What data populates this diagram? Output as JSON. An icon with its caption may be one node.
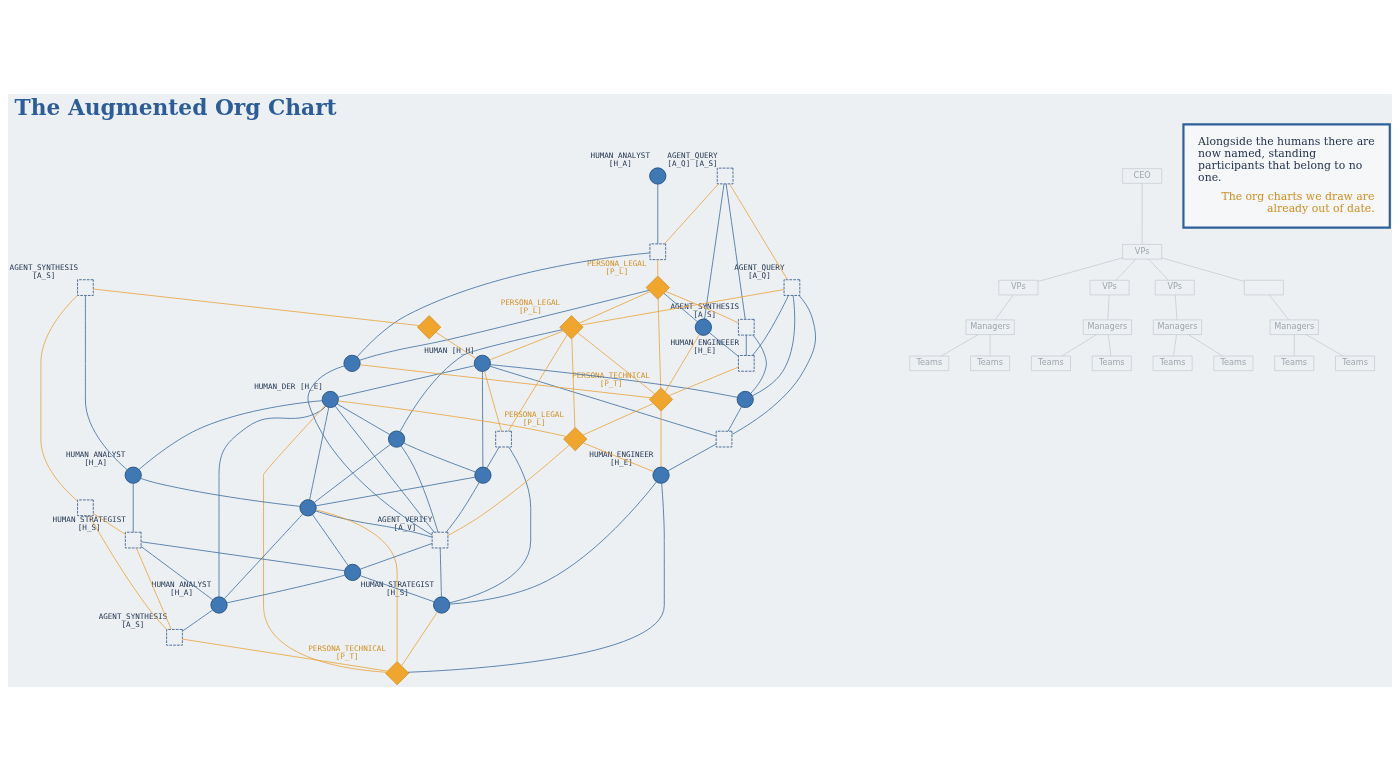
{
  "diagram": {
    "title": "The Augmented Org Chart",
    "nodes": [
      {
        "text": [
          "HUMAN ANALYST [H_A]"
        ]
      },
      {
        "text": [
          "CEO"
        ]
      },
      {
        "text": [
          "AGENT_QUERY [A_Q] [A_S]"
        ]
      },
      {
        "text": [],
        "shape": "box"
      },
      {
        "text": [
          "PERSONA_LEGAL [P_L]"
        ]
      },
      {
        "text": [
          "VPs"
        ]
      },
      {
        "text": [
          "VPs"
        ]
      },
      {
        "text": [
          "VPs"
        ]
      },
      {
        "text": [
          "AGENT_QUERY [A_Q]"
        ]
      },
      {
        "text": [
          "VPs"
        ]
      },
      {
        "text": [
          "AGENT_SYNTHESIS [A_S]"
        ]
      },
      {
        "text": [],
        "shape": "box"
      },
      {
        "text": [
          "AGENT_SYNTHESIS [A_S]"
        ]
      },
      {
        "text": [
          "Managers"
        ]
      },
      {
        "text": [],
        "shape": "diamond"
      },
      {
        "text": [
          "Managers"
        ]
      },
      {
        "text": [
          "HUMAN [H_H]"
        ]
      },
      {
        "text": [
          "PERSONA_LEGAL [P_L]"
        ]
      },
      {
        "text": [
          "Managers"
        ]
      },
      {
        "text": [
          "Managers"
        ]
      },
      {
        "text": [],
        "shape": "circle"
      },
      {
        "text": [],
        "shape": "circle"
      },
      {
        "text": [
          "Teams"
        ]
      },
      {
        "text": [
          "Teams"
        ]
      },
      {
        "text": [
          "Teams"
        ]
      },
      {
        "text": [
          "Teams"
        ]
      },
      {
        "text": [
          "Teams"
        ]
      },
      {
        "text": [
          "Teams"
        ]
      },
      {
        "text": [
          "Teams"
        ]
      },
      {
        "text": [
          "Teams"
        ]
      },
      {
        "text": [
          "HUMAN_DER [H_E]"
        ]
      },
      {
        "text": [],
        "shape": "circle"
      },
      {
        "text": [],
        "shape": "circle"
      },
      {
        "text": [
          "HUMAN ENGINEEER [H_E]"
        ]
      },
      {
        "text": [],
        "shape": "box"
      },
      {
        "text": [
          "PERSONA_TECHNICAL [P_T]"
        ]
      },
      {
        "text": [],
        "shape": "box"
      },
      {
        "text": [],
        "shape": "circle"
      },
      {
        "text": [
          "HUMAN ANALYST [H_A]"
        ]
      },
      {
        "text": [],
        "shape": "box"
      },
      {
        "text": [
          "PERSONA_LEGAL [P_L]"
        ]
      },
      {
        "text": [],
        "shape": "circle"
      },
      {
        "text": [
          "HUMAN STRATEGIST [H_S]"
        ]
      },
      {
        "text": [
          "HUMAN ENGINEER [H_E]"
        ]
      },
      {
        "text": [
          "AGENT_VERIFY [A_V]"
        ]
      },
      {
        "text": [],
        "shape": "circle"
      },
      {
        "text": [
          "HUMAN ANALYST [H_A]"
        ]
      },
      {
        "text": [
          "HUMAN STRATEGIST [H_S]"
        ]
      },
      {
        "text": [
          "AGENT_SYNTHESIS [A_S]"
        ]
      },
      {
        "text": [
          "PERSONA_TECHNICAL [P_T]"
        ]
      },
      {
        "text": [
          "Alongside the humans there are now named, standing participants that belong to no one.",
          "The org charts we draw are already out of date."
        ]
      }
    ],
    "edges": [
      {
        "from": 1,
        "to": 5,
        "arrow": "none",
        "color": "#c8cdd2"
      },
      {
        "from": 5,
        "to": 6,
        "arrow": "none",
        "color": "#c8cdd2"
      },
      {
        "from": 5,
        "to": 7,
        "arrow": "none",
        "color": "#c8cdd2"
      },
      {
        "from": 5,
        "to": 9,
        "arrow": "none",
        "color": "#c8cdd2"
      },
      {
        "from": 5,
        "to": 11,
        "arrow": "none",
        "color": "#c8cdd2"
      },
      {
        "from": 6,
        "to": 13,
        "arrow": "none",
        "color": "#c8cdd2"
      },
      {
        "from": 7,
        "to": 15,
        "arrow": "none",
        "color": "#c8cdd2"
      },
      {
        "from": 9,
        "to": 18,
        "arrow": "none",
        "color": "#c8cdd2"
      },
      {
        "from": 11,
        "to": 19,
        "arrow": "none",
        "color": "#c8cdd2"
      },
      {
        "from": 13,
        "to": 22,
        "arrow": "none",
        "color": "#c8cdd2"
      },
      {
        "from": 13,
        "to": 23,
        "arrow": "none",
        "color": "#c8cdd2"
      },
      {
        "from": 15,
        "to": 24,
        "arrow": "none",
        "color": "#c8cdd2"
      },
      {
        "from": 15,
        "to": 25,
        "arrow": "none",
        "color": "#c8cdd2"
      },
      {
        "from": 18,
        "to": 26,
        "arrow": "none",
        "color": "#c8cdd2"
      },
      {
        "from": 18,
        "to": 27,
        "arrow": "none",
        "color": "#c8cdd2"
      },
      {
        "from": 19,
        "to": 28,
        "arrow": "none",
        "color": "#c8cdd2"
      },
      {
        "from": 19,
        "to": 29,
        "arrow": "none",
        "color": "#c8cdd2"
      },
      {
        "from": 12,
        "to": 14,
        "arrow": "none",
        "color": "#e9a23b"
      },
      {
        "from": 12,
        "to": 38,
        "arrow": "none"
      },
      {
        "from": 12,
        "to": 39,
        "arrow": "none",
        "color": "#e9a23b"
      },
      {
        "from": 30,
        "to": 38,
        "arrow": "none"
      },
      {
        "from": 38,
        "to": 41,
        "arrow": "none"
      },
      {
        "from": 38,
        "to": 42,
        "arrow": "none"
      },
      {
        "from": 39,
        "to": 42,
        "arrow": "none",
        "color": "#e9a23b"
      },
      {
        "from": 39,
        "to": 48,
        "arrow": "none",
        "color": "#e9a23b"
      },
      {
        "from": 42,
        "to": 45,
        "arrow": "none"
      },
      {
        "from": 42,
        "to": 48,
        "arrow": "none",
        "color": "#e9a23b"
      },
      {
        "from": 42,
        "to": 46,
        "arrow": "none"
      },
      {
        "from": 30,
        "to": 46,
        "arrow": "none"
      },
      {
        "from": 41,
        "to": 46,
        "arrow": "none"
      },
      {
        "from": 45,
        "to": 46,
        "arrow": "none"
      },
      {
        "from": 46,
        "to": 48,
        "arrow": "none"
      },
      {
        "from": 48,
        "to": 49,
        "arrow": "none",
        "color": "#e9a23b"
      },
      {
        "from": 30,
        "to": 41,
        "arrow": "none"
      },
      {
        "from": 41,
        "to": 45,
        "arrow": "none"
      },
      {
        "from": 30,
        "to": 49,
        "arrow": "none",
        "color": "#e9a23b"
      },
      {
        "from": 41,
        "to": 49,
        "arrow": "none",
        "color": "#e9a23b"
      },
      {
        "from": 30,
        "to": 40,
        "arrow": "none",
        "color": "#e9a23b"
      },
      {
        "from": 30,
        "to": 31,
        "arrow": "none"
      },
      {
        "from": 16,
        "to": 30,
        "arrow": "none"
      },
      {
        "from": 30,
        "to": 44,
        "arrow": "none"
      },
      {
        "from": 31,
        "to": 41,
        "arrow": "none"
      },
      {
        "from": 37,
        "to": 41,
        "arrow": "none"
      },
      {
        "from": 41,
        "to": 44,
        "arrow": "none"
      },
      {
        "from": 44,
        "to": 45,
        "arrow": "none"
      },
      {
        "from": 45,
        "to": 47,
        "arrow": "none"
      },
      {
        "from": 14,
        "to": 16,
        "arrow": "none",
        "color": "#e9a23b"
      },
      {
        "from": 17,
        "to": 16,
        "arrow": "none",
        "color": "#e9a23b"
      },
      {
        "from": 16,
        "to": 37,
        "arrow": "none"
      },
      {
        "from": 16,
        "to": 34,
        "arrow": "none",
        "color": "#e9a23b"
      },
      {
        "from": 16,
        "to": 36,
        "arrow": "none"
      },
      {
        "from": 16,
        "to": 20,
        "arrow": "none"
      },
      {
        "from": 31,
        "to": 37,
        "arrow": "none"
      },
      {
        "from": 31,
        "to": 44,
        "arrow": "none"
      },
      {
        "from": 17,
        "to": 31,
        "arrow": "none"
      },
      {
        "from": 37,
        "to": 44,
        "arrow": "none"
      },
      {
        "from": 34,
        "to": 37,
        "arrow": "none"
      },
      {
        "from": 34,
        "to": 47,
        "arrow": "none"
      },
      {
        "from": 17,
        "to": 34,
        "arrow": "none",
        "color": "#e9a23b"
      },
      {
        "from": 17,
        "to": 40,
        "arrow": "none",
        "color": "#e9a23b"
      },
      {
        "from": 40,
        "to": 44,
        "arrow": "none",
        "color": "#e9a23b"
      },
      {
        "from": 32,
        "to": 44,
        "arrow": "none"
      },
      {
        "from": 44,
        "to": 47,
        "arrow": "none"
      },
      {
        "from": 40,
        "to": 43,
        "arrow": "none",
        "color": "#e9a23b"
      },
      {
        "from": 35,
        "to": 40,
        "arrow": "none",
        "color": "#e9a23b"
      },
      {
        "from": 47,
        "to": 49,
        "arrow": "none",
        "color": "#e9a23b"
      },
      {
        "from": 43,
        "to": 49,
        "arrow": "none"
      },
      {
        "from": 43,
        "to": 47,
        "arrow": "none"
      },
      {
        "from": 36,
        "to": 43,
        "arrow": "none"
      },
      {
        "from": 32,
        "to": 35,
        "arrow": "none",
        "color": "#e9a23b"
      },
      {
        "from": 8,
        "to": 17,
        "arrow": "none",
        "color": "#e9a23b"
      },
      {
        "from": 4,
        "to": 17,
        "arrow": "none",
        "color": "#e9a23b"
      },
      {
        "from": 17,
        "to": 35,
        "arrow": "none",
        "color": "#e9a23b"
      },
      {
        "from": 2,
        "to": 8,
        "arrow": "none",
        "color": "#e9a23b"
      },
      {
        "from": 8,
        "to": 20,
        "arrow": "none"
      },
      {
        "from": 8,
        "to": 33,
        "arrow": "none"
      },
      {
        "from": 8,
        "to": 36,
        "arrow": "none"
      },
      {
        "from": 2,
        "to": 3,
        "arrow": "none",
        "color": "#e9a23b"
      },
      {
        "from": 3,
        "to": 4,
        "arrow": "none",
        "color": "#e9a23b"
      },
      {
        "from": 0,
        "to": 3,
        "arrow": "none"
      },
      {
        "from": 2,
        "to": 21,
        "arrow": "none"
      },
      {
        "from": 2,
        "to": 10,
        "arrow": "none"
      },
      {
        "from": 3,
        "to": 32,
        "arrow": "none"
      },
      {
        "from": 4,
        "to": 32,
        "arrow": "none"
      },
      {
        "from": 4,
        "to": 10,
        "arrow": "none",
        "color": "#e9a23b"
      },
      {
        "from": 4,
        "to": 21,
        "arrow": "none"
      },
      {
        "from": 4,
        "to": 35,
        "arrow": "none",
        "color": "#e9a23b"
      },
      {
        "from": 10,
        "to": 20,
        "arrow": "none"
      },
      {
        "from": 20,
        "to": 36,
        "arrow": "none"
      },
      {
        "from": 21,
        "to": 35,
        "arrow": "none",
        "color": "#e9a23b"
      },
      {
        "from": 33,
        "to": 35,
        "arrow": "none",
        "color": "#e9a23b"
      },
      {
        "from": 35,
        "to": 43,
        "arrow": "none",
        "color": "#e9a23b"
      },
      {
        "from": 21,
        "to": 33,
        "arrow": "none"
      },
      {
        "from": 10,
        "to": 33,
        "arrow": "none"
      }
    ]
  }
}
